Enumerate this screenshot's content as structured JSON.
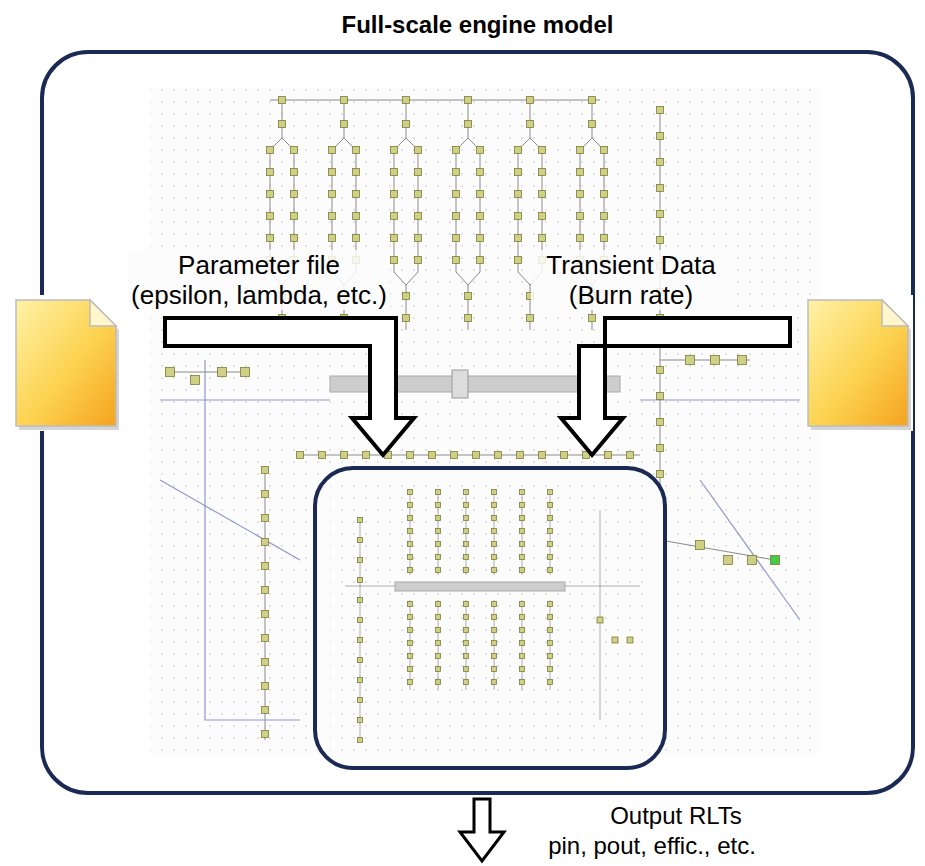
{
  "diagram": {
    "nodes": [
      {
        "text": [
          "Full-scale engine model"
        ]
      }
    ],
    "labels": [
      "Parameter file (epsilon, lambda, etc.)",
      "Transient Data (Burn rate)",
      "Output RLTs",
      "pin, pout, effic., etc."
    ]
  }
}
